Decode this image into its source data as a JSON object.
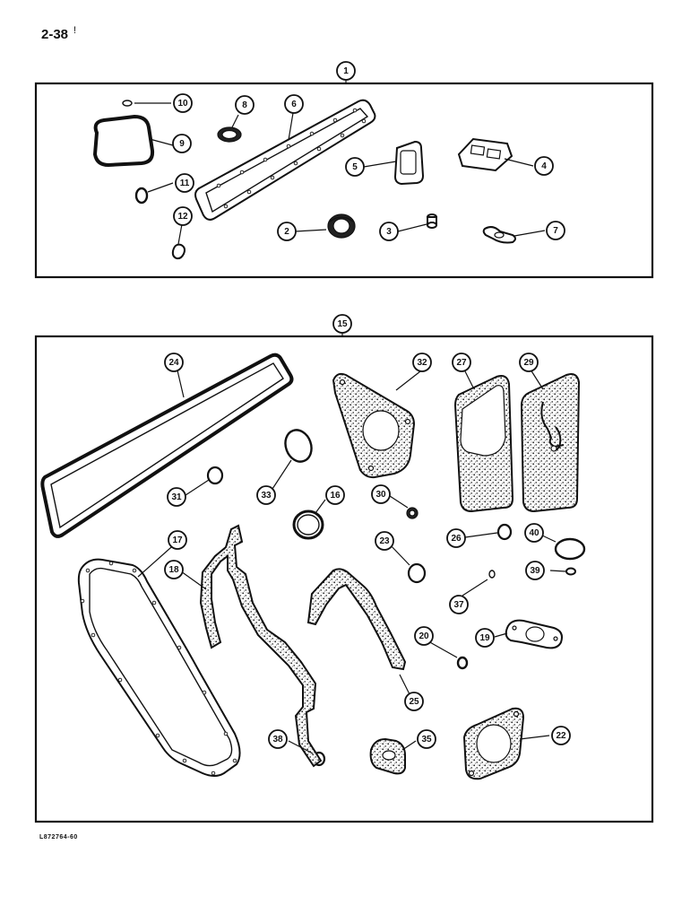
{
  "page": {
    "number": "2-38",
    "number_mark": "!",
    "figure_code": "L872764-60"
  },
  "diagram": {
    "upper_kit": {
      "label": "1",
      "parts": [
        "10",
        "8",
        "6",
        "9",
        "5",
        "4",
        "11",
        "12",
        "2",
        "3",
        "7"
      ]
    },
    "lower_kit": {
      "label": "15",
      "parts": [
        "24",
        "32",
        "27",
        "29",
        "31",
        "33",
        "16",
        "30",
        "26",
        "40",
        "17",
        "18",
        "23",
        "39",
        "37",
        "20",
        "19",
        "25",
        "38",
        "35",
        "22"
      ]
    }
  }
}
